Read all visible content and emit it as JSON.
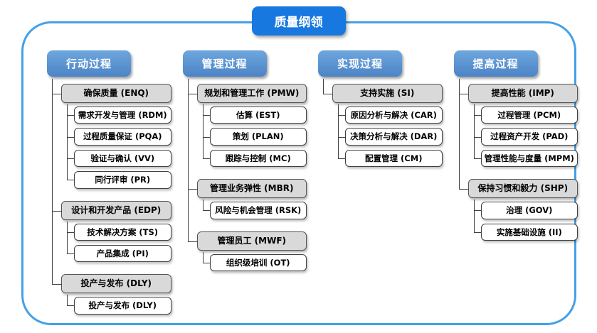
{
  "title": "质量纲领",
  "colors": {
    "title_bg": "#1778e0",
    "header_top": "#6ea6de",
    "header_bottom": "#4c84c6",
    "gray_bg": "#d9d9d9",
    "line": "#404040",
    "outer_border": "#44a0e8"
  },
  "columns": [
    {
      "header": "行动过程",
      "groups": [
        {
          "label": "确保质量 (ENQ)",
          "children": [
            "需求开发与管理 (RDM)",
            "过程质量保证 (PQA)",
            "验证与确认 (VV)",
            "同行评审 (PR)"
          ]
        },
        {
          "label": "设计和开发产品 (EDP)",
          "children": [
            "技术解决方案 (TS)",
            "产品集成 (PI)"
          ]
        },
        {
          "label": "投产与发布 (DLY)",
          "children": [
            "投产与发布 (DLY)"
          ]
        }
      ]
    },
    {
      "header": "管理过程",
      "groups": [
        {
          "label": "规划和管理工作 (PMW)",
          "children": [
            "估算 (EST)",
            "策划 (PLAN)",
            "跟踪与控制 (MC)"
          ]
        },
        {
          "label": "管理业务弹性 (MBR)",
          "children": [
            "风险与机会管理 (RSK)"
          ]
        },
        {
          "label": "管理员工 (MWF)",
          "children": [
            "组织级培训 (OT)"
          ]
        }
      ]
    },
    {
      "header": "实现过程",
      "groups": [
        {
          "label": "支持实施 (SI)",
          "children": [
            "原因分析与解决 (CAR)",
            "决策分析与解决 (DAR)",
            "配置管理 (CM)"
          ]
        }
      ]
    },
    {
      "header": "提高过程",
      "groups": [
        {
          "label": "提高性能 (IMP)",
          "children": [
            "过程管理 (PCM)",
            "过程资产开发 (PAD)",
            "管理性能与度量 (MPM)"
          ]
        },
        {
          "label": "保持习惯和毅力 (SHP)",
          "children": [
            "治理 (GOV)",
            "实施基础设施 (II)"
          ]
        }
      ]
    }
  ]
}
